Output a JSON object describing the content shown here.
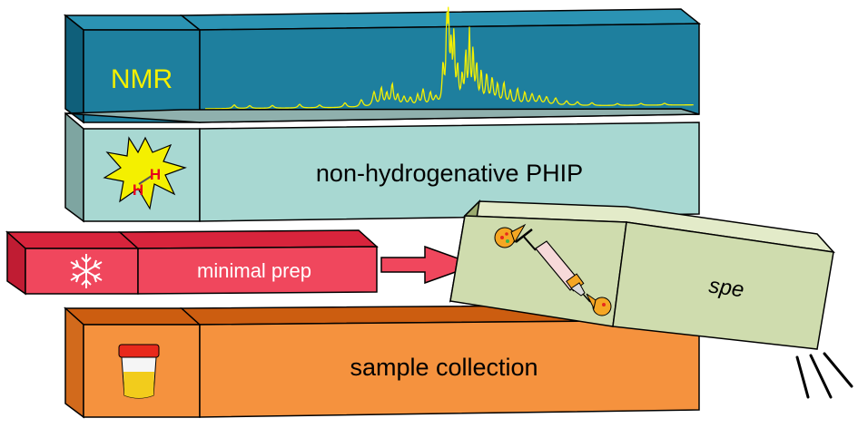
{
  "blocks": {
    "nmr": {
      "label": "NMR",
      "label_color": "#f4f000",
      "face_color": "#1e7f9e",
      "top_color": "#2b93b3",
      "side_color": "#0f5f7a",
      "spectrum_color": "#f4f000"
    },
    "phip": {
      "label": "non-hydrogenative PHIP",
      "molecule_h_left": "H",
      "molecule_h_right": "H",
      "h_color": "#e8001c",
      "star_color": "#f4f000",
      "face_color": "#a8d8d2",
      "top_color": "#8fb0ad",
      "side_color": "#7ea5a1"
    },
    "prep": {
      "label": "minimal prep",
      "icon": "snowflake-icon",
      "face_color": "#f0475d",
      "top_color": "#d8243c",
      "side_color": "#c01c33"
    },
    "spe": {
      "label": "spe",
      "icon": "syringe-icon",
      "face_color": "#cfdcae",
      "top_color": "#e3ebc9",
      "side_color": "#9bab6f"
    },
    "collection": {
      "label": "sample collection",
      "icon": "sample-cup-icon",
      "face_color": "#f5923e",
      "top_color": "#cc5d10",
      "side_color": "#d26a1c"
    }
  },
  "arrow": {
    "color": "#f0475d"
  },
  "outline_color": "#000000"
}
